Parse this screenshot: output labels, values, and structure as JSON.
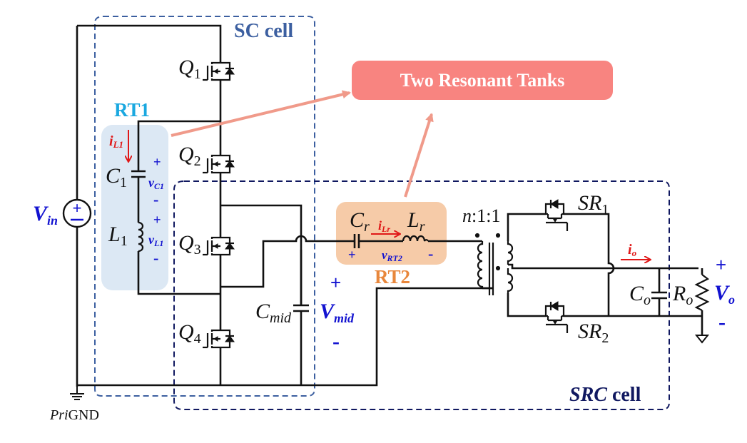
{
  "title_box": {
    "text": "Two Resonant Tanks",
    "color": "#f88480"
  },
  "regions": {
    "sc_cell": {
      "label": "SC cell",
      "color": "#3c5fa0"
    },
    "src_cell": {
      "label_italic": "SRC",
      "label_rest": " cell",
      "color": "#101860"
    },
    "rt1": {
      "label": "RT1",
      "color": "#1aa8e0",
      "fill": "#dce8f4"
    },
    "rt2": {
      "label": "RT2",
      "color": "#e8873c",
      "fill": "#f6cba8"
    }
  },
  "components": {
    "vin": {
      "main": "V",
      "sub": "in"
    },
    "q1": {
      "main": "Q",
      "sub": "1"
    },
    "q2": {
      "main": "Q",
      "sub": "2"
    },
    "q3": {
      "main": "Q",
      "sub": "3"
    },
    "q4": {
      "main": "Q",
      "sub": "4"
    },
    "c1": {
      "main": "C",
      "sub": "1"
    },
    "l1": {
      "main": "L",
      "sub": "1"
    },
    "cmid": {
      "main": "C",
      "sub": "mid"
    },
    "cr": {
      "main": "C",
      "sub": "r"
    },
    "lr": {
      "main": "L",
      "sub": "r"
    },
    "transformer_ratio": "n:1:1",
    "sr1": {
      "main": "SR",
      "sub": "1"
    },
    "sr2": {
      "main": "SR",
      "sub": "2"
    },
    "co": {
      "main": "C",
      "sub": "o"
    },
    "ro": {
      "main": "R",
      "sub": "o"
    },
    "ground": {
      "italic": "Pri",
      "rest": "GND"
    }
  },
  "annotations": {
    "il1": {
      "main": "i",
      "sub": "L1"
    },
    "vc1": {
      "main": "v",
      "sub": "C1"
    },
    "vl1": {
      "main": "v",
      "sub": "L1"
    },
    "ilr": {
      "main": "i",
      "sub": "Lr"
    },
    "vrt2": {
      "main": "v",
      "sub": "RT2"
    },
    "vmid": {
      "main": "V",
      "sub": "mid"
    },
    "io": {
      "main": "i",
      "sub": "o"
    },
    "vo": {
      "main": "V",
      "sub": "o"
    },
    "plus": "+",
    "minus": "-"
  }
}
